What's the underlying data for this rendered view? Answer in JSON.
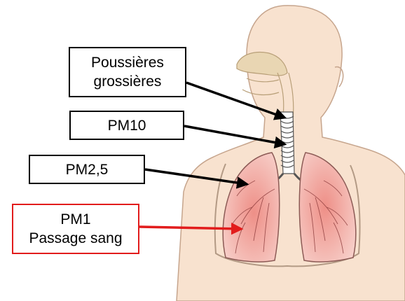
{
  "labels": {
    "coarse_dust": {
      "line1": "Poussières",
      "line2": "grossières"
    },
    "pm10": "PM10",
    "pm25": "PM2,5",
    "pm1": {
      "line1": "PM1",
      "line2": "Passage sang"
    }
  },
  "colors": {
    "pm1_accent": "#e21c1c",
    "standard_arrow": "#000000",
    "skin": "#f8e2cf",
    "skin_outline": "#c6a58d",
    "lung_fill": "#f1a7a0",
    "airway": "#e9d6b3"
  }
}
